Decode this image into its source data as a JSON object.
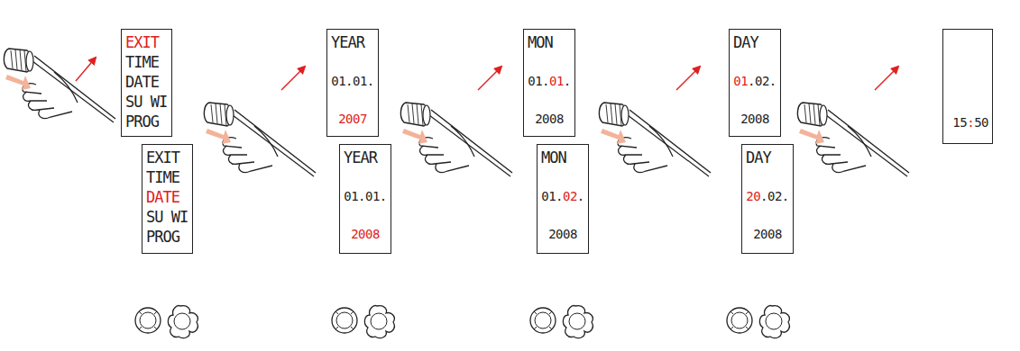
{
  "diagram": {
    "nodes": [
      {
        "text": [
          "EXIT",
          "TIME",
          "DATE",
          "SU WI",
          "PROG"
        ]
      },
      {
        "text": [
          "EXIT",
          "TIME",
          "DATE",
          "SU WI",
          "PROG"
        ]
      },
      {
        "text": [
          "YEAR",
          "01.01.",
          "2007"
        ]
      },
      {
        "text": [
          "YEAR",
          "01.01.",
          "2008"
        ]
      },
      {
        "text": [
          "MON",
          "01.",
          "01",
          ".",
          "2008"
        ]
      },
      {
        "text": [
          "MON",
          "01.",
          "02",
          ".",
          "2008"
        ]
      },
      {
        "text": [
          "DAY",
          "01",
          ".02.",
          "2008"
        ]
      },
      {
        "text": [
          "DAY",
          "20",
          ".02.",
          "2008"
        ]
      },
      {
        "text": [
          "15",
          ":",
          "50"
        ]
      }
    ],
    "edges": []
  }
}
